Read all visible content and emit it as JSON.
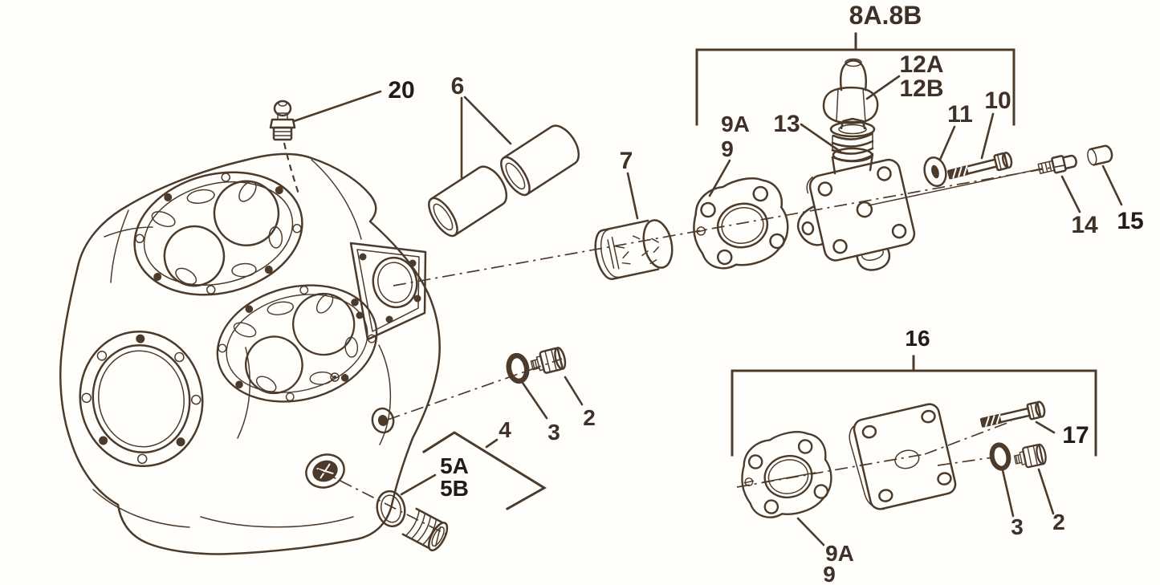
{
  "colors": {
    "background": "#fffefa",
    "line": "#4c3a2b",
    "label": "#3f3028",
    "label_dark": "#1f1c1a"
  },
  "callouts": {
    "c20": "20",
    "c6": "6",
    "c7": "7",
    "c9a_top": "9A",
    "c9_top": "9",
    "c8ab": "8A.8B",
    "c12a": "12A",
    "c12b": "12B",
    "c13": "13",
    "c11": "11",
    "c10": "10",
    "c14": "14",
    "c15": "15",
    "c3_mid": "3",
    "c2_mid": "2",
    "c4": "4",
    "c5a": "5A",
    "c5b": "5B",
    "c16": "16",
    "c17": "17",
    "c9a_bottom": "9A",
    "c9_bottom": "9",
    "c3_bottom": "3",
    "c2_bottom": "2"
  },
  "parts_list": [
    "2",
    "3",
    "4",
    "5A",
    "5B",
    "6",
    "7",
    "8A.8B",
    "9",
    "9A",
    "10",
    "11",
    "12A",
    "12B",
    "13",
    "14",
    "15",
    "16",
    "17",
    "20"
  ]
}
